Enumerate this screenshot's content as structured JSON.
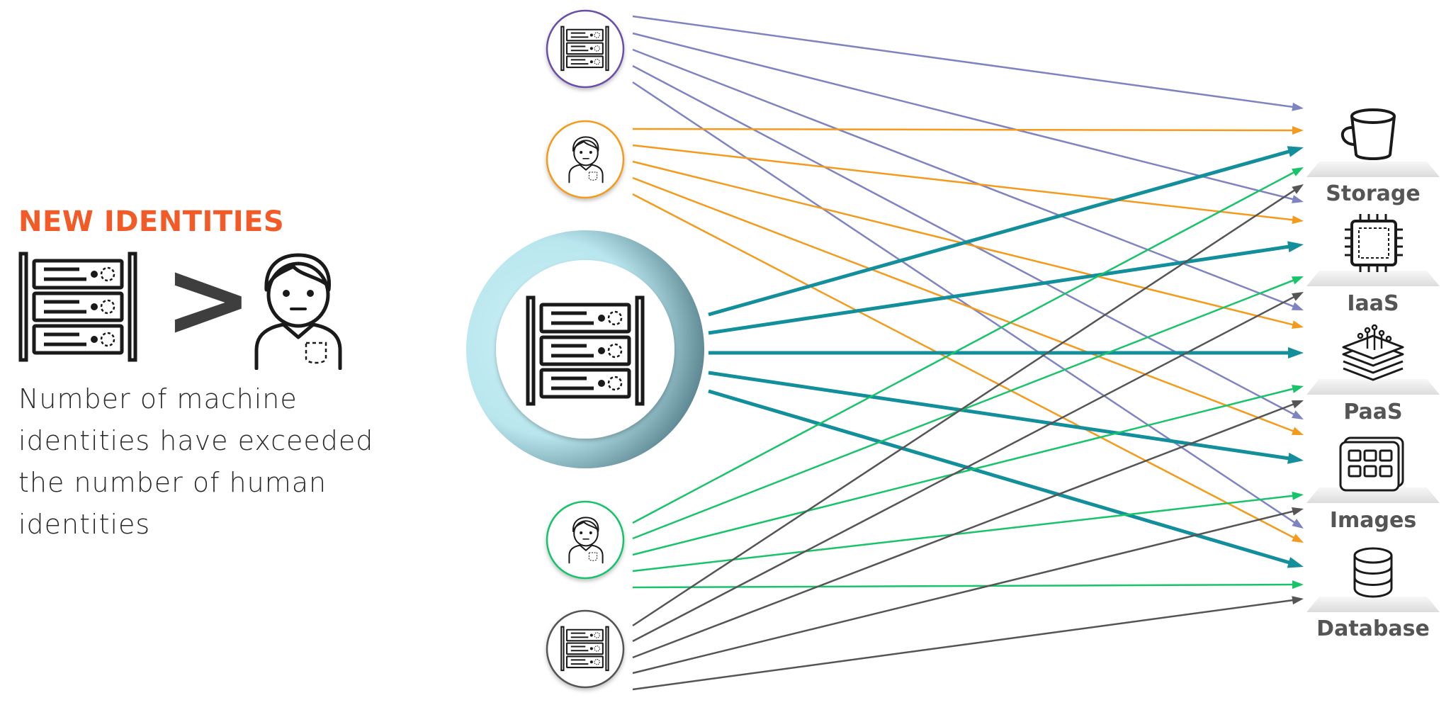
{
  "heading": "NEW IDENTITIES",
  "comparison_symbol": ">",
  "tagline": "Number of machine identities have exceeded the number of human identities",
  "colors": {
    "heading": "#f25a27",
    "purple": "#7f83c2",
    "orange": "#f49a1c",
    "teal": "#128f9b",
    "green": "#18c36a",
    "gray": "#555555"
  },
  "sources": [
    {
      "name": "machine-identity-purple",
      "kind": "server",
      "color": "#6a4fa8"
    },
    {
      "name": "human-identity-orange",
      "kind": "person",
      "color": "#f49a1c"
    },
    {
      "name": "machine-identity-main",
      "kind": "server-large",
      "color": "#128f9b"
    },
    {
      "name": "human-identity-green",
      "kind": "person",
      "color": "#18c36a"
    },
    {
      "name": "machine-identity-gray",
      "kind": "server",
      "color": "#555555"
    }
  ],
  "resources": [
    {
      "label": "Storage",
      "icon": "bucket-icon"
    },
    {
      "label": "IaaS",
      "icon": "chip-icon"
    },
    {
      "label": "PaaS",
      "icon": "layers-icon"
    },
    {
      "label": "Images",
      "icon": "image-grid-icon"
    },
    {
      "label": "Database",
      "icon": "database-icon"
    }
  ]
}
